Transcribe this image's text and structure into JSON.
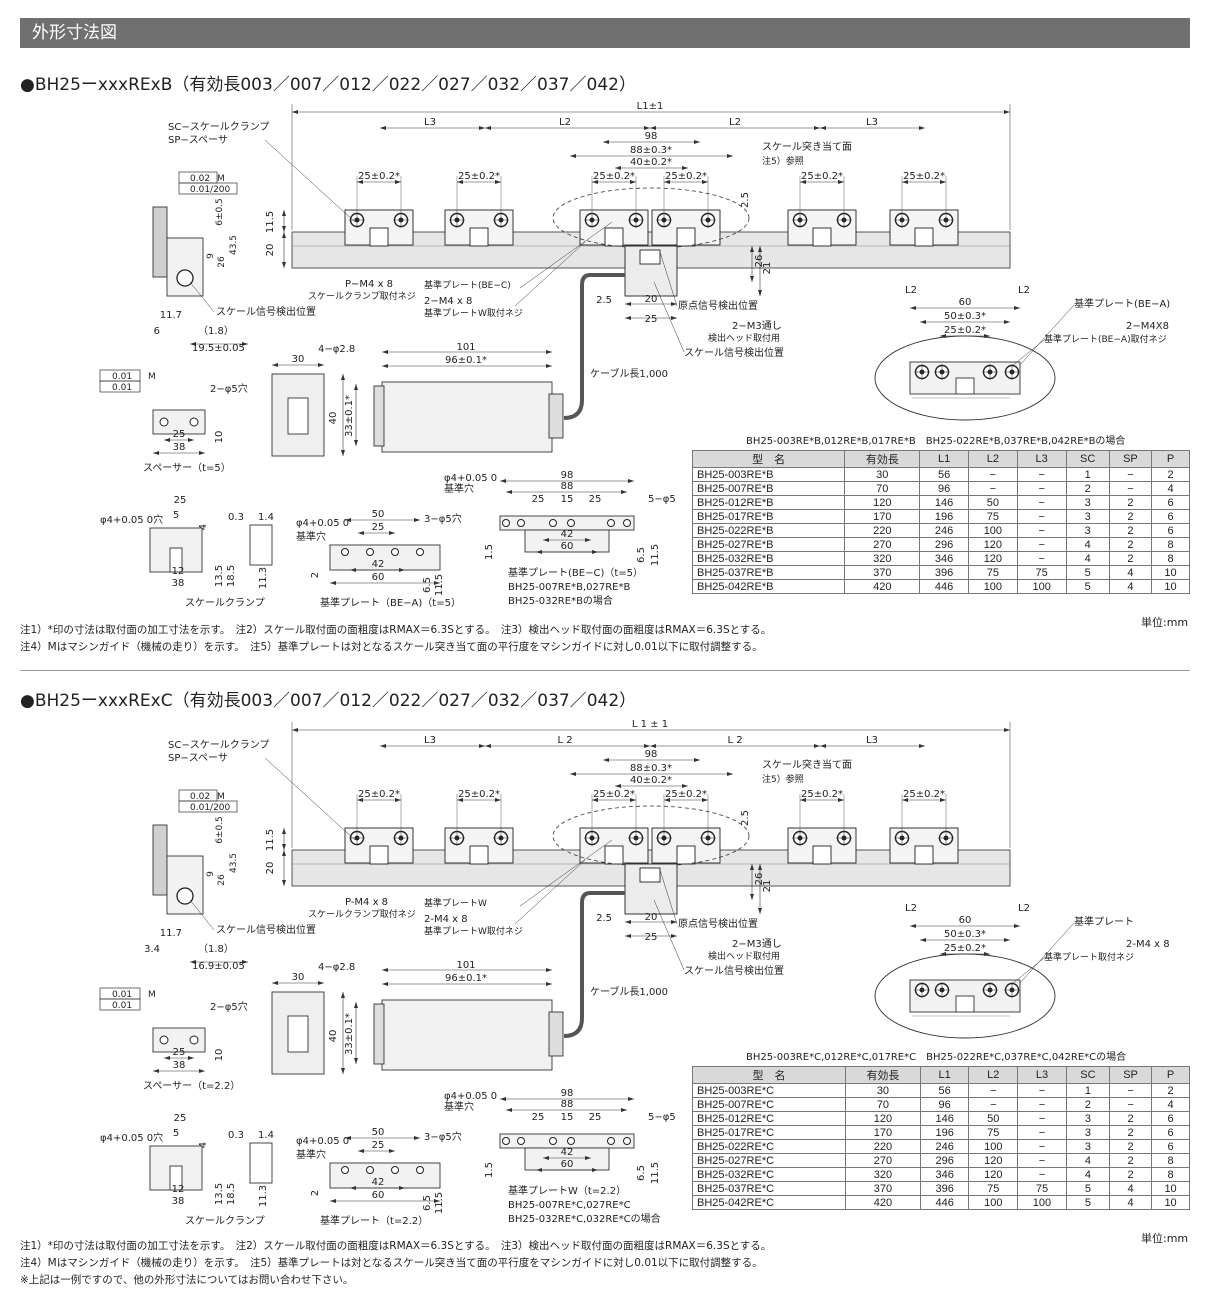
{
  "header": {
    "title": "外形寸法図"
  },
  "sections": [
    {
      "title": "●BH25ーxxxRExB（有効長003／007／012／022／027／032／037／042）",
      "labels": {
        "l1": "L1±1",
        "l2": "L2",
        "l3": "L3",
        "d98": "98",
        "d88": "88±0.3*",
        "d40": "40±0.2*",
        "d25": "25±0.2*",
        "h115": "11.5",
        "h20": "20",
        "h21": "21",
        "h26": "26",
        "h25": "2.5",
        "d20": "20",
        "d25b": "25",
        "d25c": "2.5",
        "abut": "スケール突き当て面",
        "note5ref": "注5）参照",
        "clampscrew1": "P−M4 x 8",
        "clampscrew2": "スケールクランプ取付ネジ",
        "baseplatec": "基準プレート(BE−C)",
        "wscrew1": "2−M4 x 8",
        "wscrew2": "基準プレートW取付ネジ",
        "origin": "原点信号検出位置",
        "m3a": "2−M3通し",
        "m3b": "検出ヘッド取付用",
        "signal": "スケール信号検出位置",
        "cable": "ケーブル長1,000",
        "sc": "SC−スケールクランプ",
        "sp": "SP−スペーサ",
        "tol1": "0.02",
        "tol1m": "M",
        "tol2": "0.01/200",
        "s6_05": "6±0.5",
        "s9": "9",
        "s26": "26",
        "s43_5": "43.5",
        "s11_7": "11.7",
        "s1_8": "（1.8）",
        "s6": "6",
        "s19_5": "19.5±0.05",
        "sigpos": "スケール信号検出位置",
        "t001m": "0.01",
        "t001mm": "M",
        "t001": "0.01",
        "h30": "30",
        "h40": "40",
        "hphi": "4−φ2.8",
        "h101": "101",
        "h96": "96±0.1*",
        "h33": "33±0.1*",
        "zl2a": "L2",
        "zl2b": "L2",
        "z60": "60",
        "z50": "50±0.3*",
        "z25": "25±0.2*",
        "zplate": "基準プレート(BE−A)",
        "zscrew1": "2−M4X8",
        "zscrew2": "基準プレート(BE−A)取付ネジ",
        "sp_phi": "2−φ5穴",
        "sp_25": "25",
        "sp_38": "38",
        "sp_10": "10",
        "sp_cap": "スペーサー（t=5）",
        "cl_phi": "φ4+0.05 0穴",
        "cl_25": "25",
        "cl_5": "5",
        "cl_4": "4",
        "cl_03": "0.3",
        "cl_14": "1.4",
        "cl_12": "12",
        "cl_38": "38",
        "cl_135": "13.5",
        "cl_185": "18.5",
        "cl_113": "11.3",
        "cl_cap": "スケールクランプ",
        "ba_phi": "φ4+0.05 0",
        "ba_hole": "基準穴",
        "ba_50": "50",
        "ba_25": "25",
        "ba_3phi": "3−φ5穴",
        "ba_42": "42",
        "ba_60": "60",
        "ba_2": "2",
        "ba_65": "6.5",
        "ba_115": "11.5",
        "ba_cap": "基準プレート（BE−A)（t=5）",
        "bc_phi": "φ4+0.05 0",
        "bc_hole": "基準穴",
        "bc_98": "98",
        "bc_88": "88",
        "bc_25a": "25",
        "bc_15": "15",
        "bc_25b": "25",
        "bc_5phi": "5−φ5",
        "bc_15v": "1.5",
        "bc_42": "42",
        "bc_60": "60",
        "bc_65": "6.5",
        "bc_115": "11.5",
        "bc_cap1": "基準プレート(BE−C)（t=5）",
        "bc_cap2": "BH25-007RE*B,027RE*B",
        "bc_cap3": "BH25-032RE*Bの場合"
      },
      "cases": "BH25-003RE*B,012RE*B,017RE*B　BH25-022RE*B,037RE*B,042RE*Bの場合",
      "table": {
        "headers": [
          "型　名",
          "有効長",
          "L1",
          "L2",
          "L3",
          "SC",
          "SP",
          "P"
        ],
        "rows": [
          [
            "BH25-003RE*B",
            "30",
            "56",
            "−",
            "−",
            "1",
            "−",
            "2"
          ],
          [
            "BH25-007RE*B",
            "70",
            "96",
            "−",
            "−",
            "2",
            "−",
            "4"
          ],
          [
            "BH25-012RE*B",
            "120",
            "146",
            "50",
            "−",
            "3",
            "2",
            "6"
          ],
          [
            "BH25-017RE*B",
            "170",
            "196",
            "75",
            "−",
            "3",
            "2",
            "6"
          ],
          [
            "BH25-022RE*B",
            "220",
            "246",
            "100",
            "−",
            "3",
            "2",
            "6"
          ],
          [
            "BH25-027RE*B",
            "270",
            "296",
            "120",
            "−",
            "4",
            "2",
            "8"
          ],
          [
            "BH25-032RE*B",
            "320",
            "346",
            "120",
            "−",
            "4",
            "2",
            "8"
          ],
          [
            "BH25-037RE*B",
            "370",
            "396",
            "75",
            "75",
            "5",
            "4",
            "10"
          ],
          [
            "BH25-042RE*B",
            "420",
            "446",
            "100",
            "100",
            "5",
            "4",
            "10"
          ]
        ]
      },
      "unit": "単位:mm",
      "notes": [
        "注1）*印の寸法は取付面の加工寸法を示す。　注2）スケール取付面の面粗度はRMAX＝6.3Sとする。　注3）検出ヘッド取付面の面粗度はRMAX＝6.3Sとする。",
        "注4）Mはマシンガイド（機械の走り）を示す。　注5）基準プレートは対となるスケール突き当て面の平行度をマシンガイドに対し0.01以下に取付調整する。"
      ]
    },
    {
      "title": "●BH25ーxxxRExC（有効長003／007／012／022／027／032／037／042）",
      "labels": {
        "l1": "L 1 ± 1",
        "l2": "L 2",
        "l3": "L3",
        "d98": "98",
        "d88": "88±0.3*",
        "d40": "40±0.2*",
        "d25": "25±0.2*",
        "h115": "11.5",
        "h20": "20",
        "h21": "21",
        "h26": "26",
        "h25": "2.5",
        "d20": "20",
        "d25b": "25",
        "d25c": "2.5",
        "abut": "スケール突き当て面",
        "note5ref": "注5）参照",
        "clampscrew1": "P-M4 x 8",
        "clampscrew2": "スケールクランプ取付ネジ",
        "baseplatec": "基準プレートW",
        "wscrew1": "2-M4 x 8",
        "wscrew2": "基準プレートW取付ネジ",
        "origin": "原点信号検出位置",
        "m3a": "2−M3通し",
        "m3b": "検出ヘッド取付用",
        "signal": "スケール信号検出位置",
        "cable": "ケーブル長1,000",
        "sc": "SC−スケールクランプ",
        "sp": "SP−スペーサ",
        "tol1": "0.02",
        "tol1m": "M",
        "tol2": "0.01/200",
        "s6_05": "6±0.5",
        "s9": "9",
        "s26": "26",
        "s43_5": "43.5",
        "s11_7": "11.7",
        "s1_8": "（1.8）",
        "s6": "3.4",
        "s19_5": "16.9±0.05",
        "sigpos": "スケール信号検出位置",
        "t001m": "0.01",
        "t001mm": "M",
        "t001": "0.01",
        "h30": "30",
        "h40": "40",
        "hphi": "4−φ2.8",
        "h101": "101",
        "h96": "96±0.1*",
        "h33": "33±0.1*",
        "zl2a": "L2",
        "zl2b": "L2",
        "z60": "60",
        "z50": "50±0.3*",
        "z25": "25±0.2*",
        "zplate": "基準プレート",
        "zscrew1": "2-M4 x 8",
        "zscrew2": "基準プレート取付ネジ",
        "sp_phi": "2−φ5穴",
        "sp_25": "25",
        "sp_38": "38",
        "sp_10": "10",
        "sp_cap": "スペーサー（t=2.2）",
        "cl_phi": "φ4+0.05 0穴",
        "cl_25": "25",
        "cl_5": "5",
        "cl_4": "4",
        "cl_03": "0.3",
        "cl_14": "1.4",
        "cl_12": "12",
        "cl_38": "38",
        "cl_135": "13.5",
        "cl_185": "18.5",
        "cl_113": "11.3",
        "cl_cap": "スケールクランプ",
        "ba_phi": "φ4+0.05 0",
        "ba_hole": "基準穴",
        "ba_50": "50",
        "ba_25": "25",
        "ba_3phi": "3−φ5穴",
        "ba_42": "42",
        "ba_60": "60",
        "ba_2": "2",
        "ba_65": "6.5",
        "ba_115": "11.5",
        "ba_cap": "基準プレート（t=2.2）",
        "bc_phi": "φ4+0.05 0",
        "bc_hole": "基準穴",
        "bc_98": "98",
        "bc_88": "88",
        "bc_25a": "25",
        "bc_15": "15",
        "bc_25b": "25",
        "bc_5phi": "5−φ5",
        "bc_15v": "1.5",
        "bc_42": "42",
        "bc_60": "60",
        "bc_65": "6.5",
        "bc_115": "11.5",
        "bc_cap1": "基準プレートW（t=2.2）",
        "bc_cap2": "BH25-007RE*C,027RE*C",
        "bc_cap3": "BH25-032RE*C,032RE*Cの場合"
      },
      "cases": "BH25-003RE*C,012RE*C,017RE*C　BH25-022RE*C,037RE*C,042RE*Cの場合",
      "table": {
        "headers": [
          "型　名",
          "有効長",
          "L1",
          "L2",
          "L3",
          "SC",
          "SP",
          "P"
        ],
        "rows": [
          [
            "BH25-003RE*C",
            "30",
            "56",
            "−",
            "−",
            "1",
            "−",
            "2"
          ],
          [
            "BH25-007RE*C",
            "70",
            "96",
            "−",
            "−",
            "2",
            "−",
            "4"
          ],
          [
            "BH25-012RE*C",
            "120",
            "146",
            "50",
            "−",
            "3",
            "2",
            "6"
          ],
          [
            "BH25-017RE*C",
            "170",
            "196",
            "75",
            "−",
            "3",
            "2",
            "6"
          ],
          [
            "BH25-022RE*C",
            "220",
            "246",
            "100",
            "−",
            "3",
            "2",
            "6"
          ],
          [
            "BH25-027RE*C",
            "270",
            "296",
            "120",
            "−",
            "4",
            "2",
            "8"
          ],
          [
            "BH25-032RE*C",
            "320",
            "346",
            "120",
            "−",
            "4",
            "2",
            "8"
          ],
          [
            "BH25-037RE*C",
            "370",
            "396",
            "75",
            "75",
            "5",
            "4",
            "10"
          ],
          [
            "BH25-042RE*C",
            "420",
            "446",
            "100",
            "100",
            "5",
            "4",
            "10"
          ]
        ]
      },
      "unit": "単位:mm",
      "notes": [
        "注1）*印の寸法は取付面の加工寸法を示す。　注2）スケール取付面の面粗度はRMAX＝6.3Sとする。　注3）検出ヘッド取付面の面粗度はRMAX＝6.3Sとする。",
        "注4）Mはマシンガイド（機械の走り）を示す。　注5）基準プレートは対となるスケール突き当て面の平行度をマシンガイドに対し0.01以下に取付調整する。",
        "※上記は一例ですので、他の外形寸法についてはお問い合わせ下さい。"
      ]
    }
  ]
}
